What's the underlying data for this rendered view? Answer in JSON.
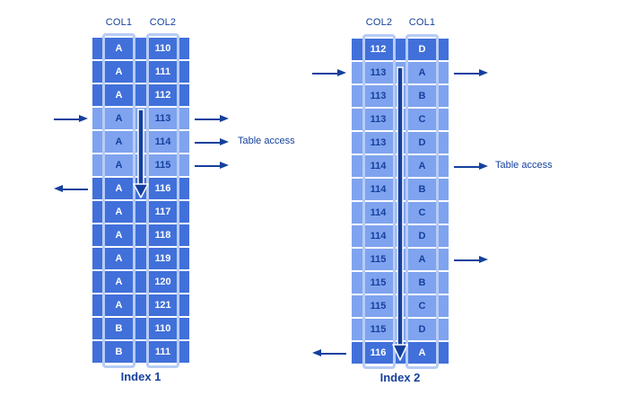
{
  "colors": {
    "row_dark": "#4170DA",
    "row_light": "#7FA3EF",
    "outline": "#B7CCF6",
    "navy": "#15409D",
    "bg": "#FFFFFF"
  },
  "index1": {
    "caption": "Index 1",
    "headers": [
      "COL1",
      "COL2"
    ],
    "table_access_label": "Table access",
    "rows": [
      {
        "cells": [
          "A",
          "110"
        ],
        "variant": "dark"
      },
      {
        "cells": [
          "A",
          "111"
        ],
        "variant": "dark"
      },
      {
        "cells": [
          "A",
          "112"
        ],
        "variant": "dark"
      },
      {
        "cells": [
          "A",
          "113"
        ],
        "variant": "light"
      },
      {
        "cells": [
          "A",
          "114"
        ],
        "variant": "light"
      },
      {
        "cells": [
          "A",
          "115"
        ],
        "variant": "light"
      },
      {
        "cells": [
          "A",
          "116"
        ],
        "variant": "dark"
      },
      {
        "cells": [
          "A",
          "117"
        ],
        "variant": "dark"
      },
      {
        "cells": [
          "A",
          "118"
        ],
        "variant": "dark"
      },
      {
        "cells": [
          "A",
          "119"
        ],
        "variant": "dark"
      },
      {
        "cells": [
          "A",
          "120"
        ],
        "variant": "dark"
      },
      {
        "cells": [
          "A",
          "121"
        ],
        "variant": "dark"
      },
      {
        "cells": [
          "B",
          "110"
        ],
        "variant": "dark"
      },
      {
        "cells": [
          "B",
          "111"
        ],
        "variant": "dark"
      }
    ]
  },
  "index2": {
    "caption": "Index 2",
    "headers": [
      "COL2",
      "COL1"
    ],
    "table_access_label": "Table access",
    "rows": [
      {
        "cells": [
          "112",
          "D"
        ],
        "variant": "dark"
      },
      {
        "cells": [
          "113",
          "A"
        ],
        "variant": "light"
      },
      {
        "cells": [
          "113",
          "B"
        ],
        "variant": "light"
      },
      {
        "cells": [
          "113",
          "C"
        ],
        "variant": "light"
      },
      {
        "cells": [
          "113",
          "D"
        ],
        "variant": "light"
      },
      {
        "cells": [
          "114",
          "A"
        ],
        "variant": "light"
      },
      {
        "cells": [
          "114",
          "B"
        ],
        "variant": "light"
      },
      {
        "cells": [
          "114",
          "C"
        ],
        "variant": "light"
      },
      {
        "cells": [
          "114",
          "D"
        ],
        "variant": "light"
      },
      {
        "cells": [
          "115",
          "A"
        ],
        "variant": "light"
      },
      {
        "cells": [
          "115",
          "B"
        ],
        "variant": "light"
      },
      {
        "cells": [
          "115",
          "C"
        ],
        "variant": "light"
      },
      {
        "cells": [
          "115",
          "D"
        ],
        "variant": "light"
      },
      {
        "cells": [
          "116",
          "A"
        ],
        "variant": "dark"
      }
    ]
  }
}
